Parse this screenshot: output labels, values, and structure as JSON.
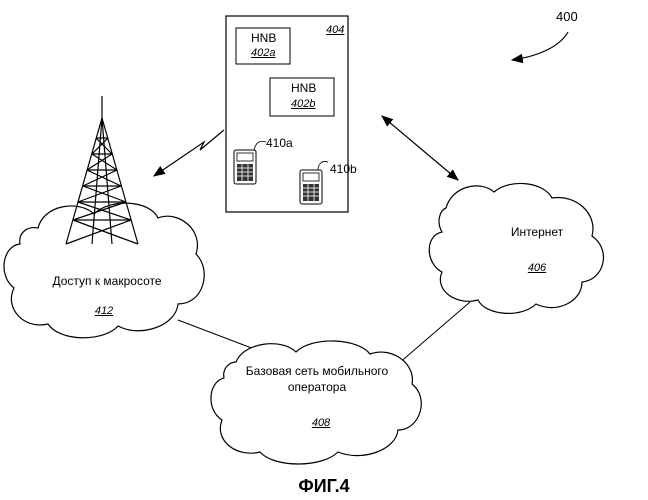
{
  "figure": {
    "ref_number": "400",
    "caption": "ФИГ.4"
  },
  "hnb_group": {
    "ref": "404",
    "hnb_a": {
      "title": "HNB",
      "ref": "402a"
    },
    "hnb_b": {
      "title": "HNB",
      "ref": "402b"
    },
    "device_a": {
      "ref": "410a"
    },
    "device_b": {
      "ref": "410b"
    }
  },
  "clouds": {
    "internet": {
      "title": "Интернет",
      "ref": "406"
    },
    "macro": {
      "title": "Доступ к макросоте",
      "ref": "412"
    },
    "core": {
      "title_line1": "Базовая сеть мобильного",
      "title_line2": "оператора",
      "ref": "408"
    }
  }
}
